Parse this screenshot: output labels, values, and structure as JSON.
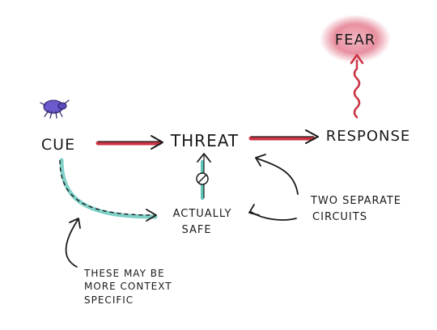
{
  "nodes": {
    "cue": "CUE",
    "threat": "THREAT",
    "response": "RESPONSE",
    "fear": "FEAR",
    "actually_safe_line1": "ACTUALLY",
    "actually_safe_line2": "SAFE"
  },
  "annotations": {
    "two_separate_line1": "TWO SEPARATE",
    "two_separate_line2": "CIRCUITS",
    "context_line1": "THESE MAY BE",
    "context_line2": "MORE CONTEXT",
    "context_line3": "SPECIFIC"
  },
  "colors": {
    "red_arrow": "#cc3344",
    "dashed_teal": "#7fd0c8",
    "teal_arrow": "#5ec4b6",
    "fear_glow": "#e890a0",
    "spider": "#6a5acd",
    "ink": "#1a1a1a"
  },
  "icons": {
    "cue_icon": "spider-icon",
    "inhibition_icon": "inhibition-circle-icon"
  }
}
